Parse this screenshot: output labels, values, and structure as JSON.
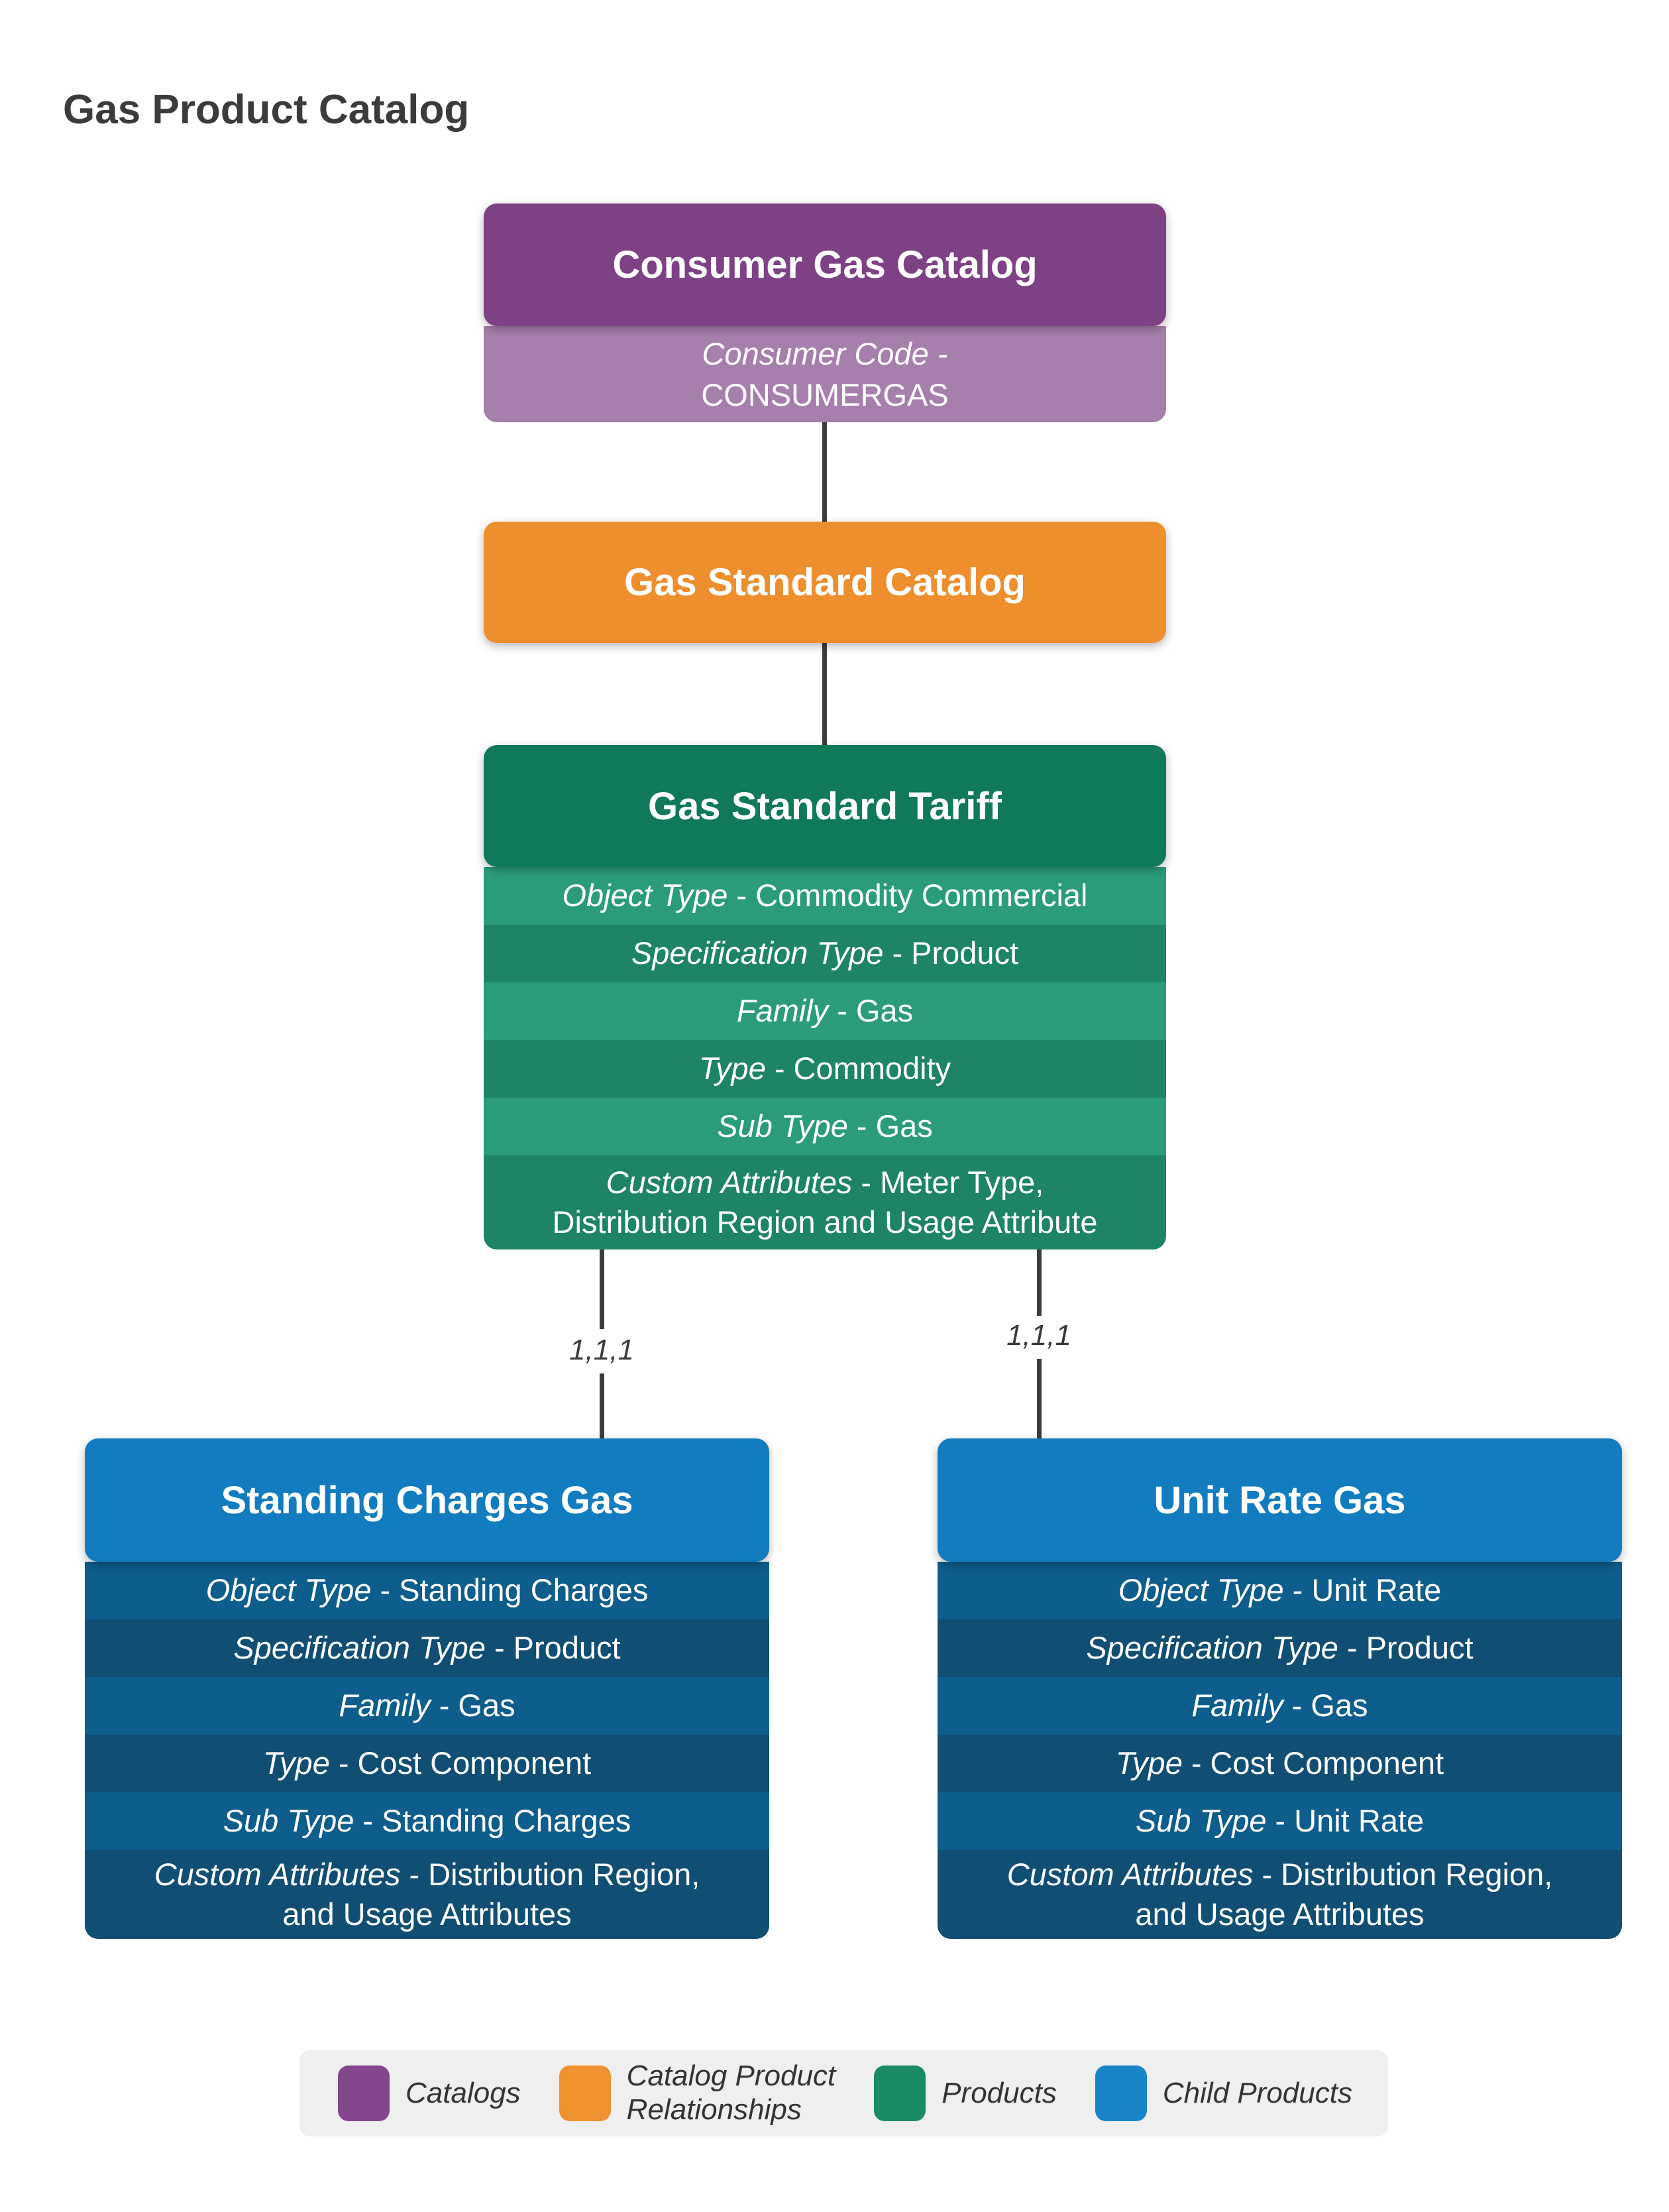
{
  "title": "Gas Product Catalog",
  "separator": "-",
  "diagram": {
    "consumer_catalog": {
      "title": "Consumer Gas Catalog",
      "attribute_label": "Consumer Code -",
      "attribute_value": "CONSUMERGAS"
    },
    "standard_catalog": {
      "title": "Gas Standard Catalog"
    },
    "standard_tariff": {
      "title": "Gas Standard Tariff",
      "rows": [
        {
          "label": "Object Type",
          "value": "Commodity Commercial"
        },
        {
          "label": "Specification Type",
          "value": "Product"
        },
        {
          "label": "Family",
          "value": "Gas"
        },
        {
          "label": "Type",
          "value": "Commodity"
        },
        {
          "label": "Sub Type",
          "value": "Gas"
        },
        {
          "label": "Custom Attributes",
          "value": "Meter Type,\nDistribution Region and Usage Attribute"
        }
      ]
    },
    "standing_charges": {
      "title": "Standing Charges Gas",
      "rows": [
        {
          "label": "Object Type",
          "value": "Standing Charges"
        },
        {
          "label": "Specification Type",
          "value": "Product"
        },
        {
          "label": "Family",
          "value": "Gas"
        },
        {
          "label": "Type",
          "value": "Cost Component"
        },
        {
          "label": "Sub Type",
          "value": "Standing Charges"
        },
        {
          "label": "Custom Attributes",
          "value": "Distribution Region,\nand Usage Attributes"
        }
      ]
    },
    "unit_rate": {
      "title": "Unit Rate Gas",
      "rows": [
        {
          "label": "Object Type",
          "value": "Unit Rate"
        },
        {
          "label": "Specification Type",
          "value": "Product"
        },
        {
          "label": "Family",
          "value": "Gas"
        },
        {
          "label": "Type",
          "value": "Cost Component"
        },
        {
          "label": "Sub Type",
          "value": "Unit Rate"
        },
        {
          "label": "Custom Attributes",
          "value": "Distribution Region,\nand Usage Attributes"
        }
      ]
    },
    "connector_left_label": "1,1,1",
    "connector_right_label": "1,1,1"
  },
  "legend": {
    "items": [
      {
        "label": "Catalogs",
        "color": "#84468C"
      },
      {
        "label": "Catalog Product\nRelationships",
        "color": "#F0922F"
      },
      {
        "label": "Products",
        "color": "#1A8A67"
      },
      {
        "label": "Child Products",
        "color": "#1785C8"
      }
    ]
  },
  "colors": {
    "ink": "#3B3B3B",
    "connector": "#3C3C3C",
    "catalog_header": "#7F4185",
    "catalog_sub": "#A77FAD",
    "relationship": "#EF8E2D",
    "product_header": "#10795B",
    "product_row_light": "#2A9C7C",
    "product_row_dark": "#1D8466",
    "child_header": "#127CC0",
    "child_row_light": "#0D5D8D",
    "child_row_dark": "#104E74",
    "legend_bg": "#EFEFEF",
    "legend_text": "#333333"
  }
}
